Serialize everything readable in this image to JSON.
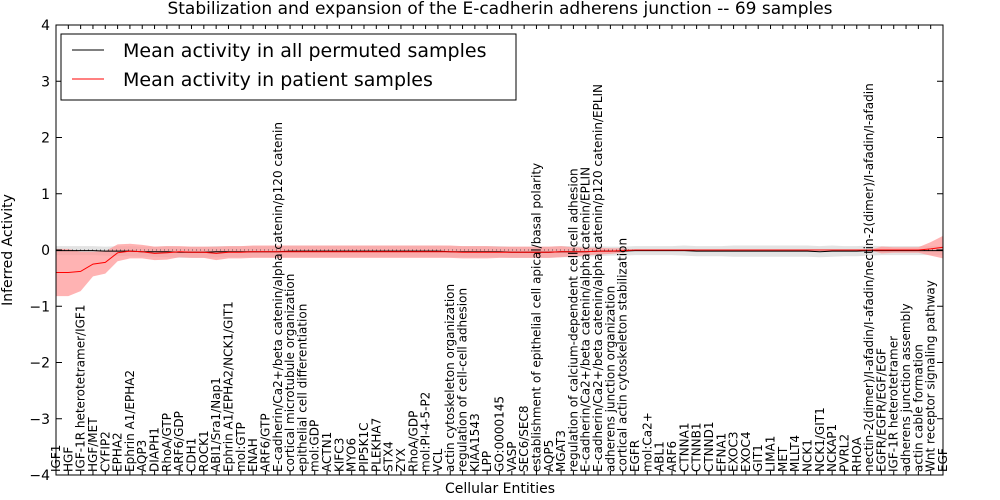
{
  "chart_data": {
    "type": "line",
    "title": "Stabilization and expansion of the E-cadherin adherens junction -- 69 samples",
    "xlabel": "Cellular Entities",
    "ylabel": "Inferred Activity",
    "ylim": [
      -4,
      4
    ],
    "yticks": [
      -4,
      -3,
      -2,
      -1,
      0,
      1,
      2,
      3,
      4
    ],
    "grid": false,
    "legend_position": "top-left",
    "categories": [
      "IGF1",
      "HGF",
      "IGF-1R heterotetramer/IGF1",
      "HGF/MET",
      "CYFIP2",
      "EPHA2",
      "Ephrin A1/EPHA2",
      "AQP3",
      "DIAPH1",
      "RhoA/GTP",
      "ARF6/GDP",
      "CDH1",
      "ROCK1",
      "ABI1/Sra1/Nap1",
      "Ephrin A1/EPHA2/NCK1/GIT1",
      "mol:GTP",
      "ENAH",
      "ARF6/GTP",
      "E-cadherin/Ca2+/beta catenin/alpha catenin/p120 catenin",
      "cortical microtubule organization",
      "epithelial cell differentiation",
      "mol:GDP",
      "ACTN1",
      "KIFC3",
      "MYO6",
      "PIP5K1C",
      "PLEKHA7",
      "STX4",
      "ZYX",
      "RhoA/GDP",
      "mol:PI-4-5-P2",
      "VCL",
      "actin cytoskeleton organization",
      "regulation of cell-cell adhesion",
      "KIAA1543",
      "LPP",
      "GO:0000145",
      "VASP",
      "SEC6/SEC8",
      "establishment of epithelial cell apical/basal polarity",
      "AQP5",
      "MGAT3",
      "regulation of calcium-dependent cell-cell adhesion",
      "E-cadherin/Ca2+/beta catenin/alpha catenin/EPLIN",
      "E-cadherin/Ca2+/beta catenin/alpha catenin/p120 catenin/EPLIN",
      "adherens junction organization",
      "cortical actin cytoskeleton stabilization",
      "EGFR",
      "mol:Ca2+",
      "ABL1",
      "ARF6",
      "CTNNA1",
      "CTNNB1",
      "CTNND1",
      "EFNA1",
      "EXOC3",
      "EXOC4",
      "GIT1",
      "LIMA1",
      "MET",
      "MLLT4",
      "NCK1",
      "NCK1/GIT1",
      "NCKAP1",
      "PVRL2",
      "RHOA",
      "nectin-2(dimer)/I-afadin/I-afadin/nectin-2(dimer)/I-afadin/I-afadin",
      "EGFR/EGFR/EGF/EGF",
      "IGF-1R heterotetramer",
      "adherens junction assembly",
      "actin cable formation",
      "Wnt receptor signaling pathway",
      "EGF"
    ],
    "series": [
      {
        "name": "Mean activity in all permuted samples",
        "color": "#000000",
        "band_color": "#cccccc",
        "values": [
          -0.01,
          -0.01,
          -0.01,
          -0.01,
          -0.02,
          -0.02,
          -0.02,
          -0.03,
          -0.03,
          -0.03,
          -0.04,
          -0.04,
          -0.04,
          -0.03,
          -0.03,
          -0.03,
          -0.03,
          -0.03,
          -0.03,
          -0.02,
          -0.02,
          -0.02,
          -0.02,
          -0.02,
          -0.02,
          -0.02,
          -0.02,
          -0.02,
          -0.02,
          -0.02,
          -0.02,
          -0.02,
          -0.03,
          -0.03,
          -0.03,
          -0.03,
          -0.03,
          -0.04,
          -0.04,
          -0.04,
          -0.04,
          -0.03,
          -0.03,
          -0.03,
          -0.02,
          -0.02,
          -0.02,
          -0.01,
          -0.01,
          -0.01,
          -0.01,
          -0.01,
          -0.02,
          -0.02,
          -0.02,
          -0.02,
          -0.02,
          -0.02,
          -0.02,
          -0.02,
          -0.02,
          -0.02,
          -0.03,
          -0.02,
          -0.02,
          -0.02,
          -0.01,
          -0.01,
          -0.01,
          -0.01,
          -0.01,
          -0.01,
          -0.01
        ],
        "band": [
          0.08,
          0.08,
          0.08,
          0.08,
          0.08,
          0.09,
          0.09,
          0.09,
          0.09,
          0.1,
          0.1,
          0.1,
          0.1,
          0.1,
          0.1,
          0.1,
          0.1,
          0.1,
          0.1,
          0.1,
          0.1,
          0.1,
          0.1,
          0.1,
          0.1,
          0.1,
          0.1,
          0.1,
          0.1,
          0.1,
          0.1,
          0.1,
          0.1,
          0.1,
          0.1,
          0.1,
          0.1,
          0.1,
          0.1,
          0.1,
          0.1,
          0.1,
          0.1,
          0.09,
          0.09,
          0.08,
          0.08,
          0.08,
          0.08,
          0.08,
          0.08,
          0.09,
          0.09,
          0.09,
          0.09,
          0.1,
          0.1,
          0.1,
          0.1,
          0.1,
          0.1,
          0.1,
          0.1,
          0.1,
          0.09,
          0.09,
          0.09,
          0.08,
          0.08,
          0.08,
          0.08,
          0.08,
          0.08
        ]
      },
      {
        "name": "Mean activity in patient samples",
        "color": "#ff0000",
        "band_color": "#ff9999",
        "values": [
          -0.4,
          -0.4,
          -0.38,
          -0.25,
          -0.22,
          -0.05,
          -0.02,
          -0.03,
          -0.06,
          -0.05,
          -0.03,
          -0.04,
          -0.04,
          -0.06,
          -0.04,
          -0.04,
          -0.03,
          -0.03,
          -0.03,
          -0.03,
          -0.03,
          -0.03,
          -0.03,
          -0.03,
          -0.03,
          -0.03,
          -0.03,
          -0.03,
          -0.03,
          -0.03,
          -0.03,
          -0.03,
          -0.03,
          -0.04,
          -0.04,
          -0.04,
          -0.04,
          -0.04,
          -0.04,
          -0.04,
          -0.04,
          -0.03,
          -0.03,
          -0.03,
          -0.02,
          -0.02,
          -0.01,
          0.0,
          0.0,
          0.0,
          0.0,
          0.0,
          0.0,
          0.0,
          0.0,
          0.0,
          0.0,
          0.0,
          0.0,
          0.0,
          0.0,
          0.0,
          0.0,
          0.0,
          0.0,
          0.0,
          0.0,
          0.0,
          0.0,
          0.0,
          0.0,
          0.02,
          0.05
        ],
        "band": [
          0.42,
          0.42,
          0.35,
          0.22,
          0.2,
          0.15,
          0.13,
          0.12,
          0.12,
          0.12,
          0.1,
          0.1,
          0.1,
          0.12,
          0.11,
          0.11,
          0.11,
          0.11,
          0.11,
          0.11,
          0.11,
          0.11,
          0.11,
          0.11,
          0.11,
          0.11,
          0.11,
          0.11,
          0.11,
          0.11,
          0.11,
          0.11,
          0.11,
          0.11,
          0.11,
          0.11,
          0.1,
          0.1,
          0.1,
          0.1,
          0.1,
          0.1,
          0.08,
          0.07,
          0.06,
          0.05,
          0.04,
          0.0,
          0.0,
          0.0,
          0.0,
          0.0,
          0.0,
          0.0,
          0.0,
          0.0,
          0.0,
          0.0,
          0.0,
          0.0,
          0.0,
          0.0,
          0.0,
          0.0,
          0.0,
          0.0,
          0.0,
          0.06,
          0.05,
          0.05,
          0.05,
          0.12,
          0.2
        ]
      }
    ]
  }
}
